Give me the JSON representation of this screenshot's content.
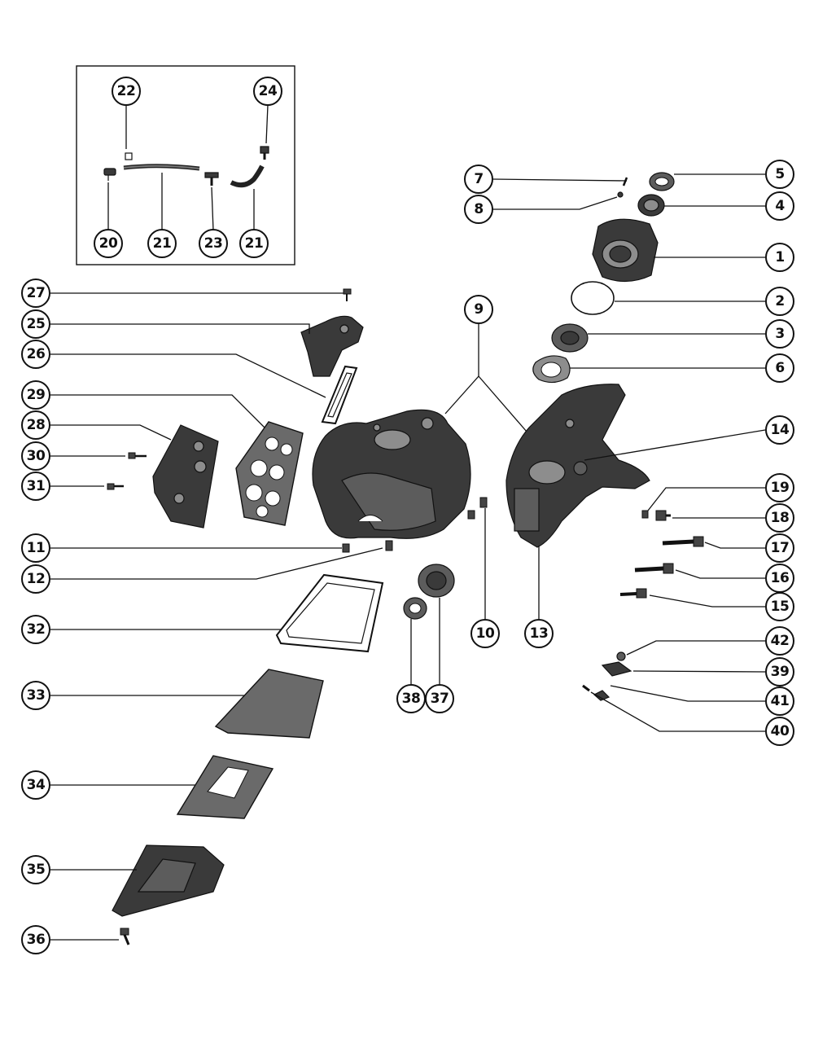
{
  "diagram": {
    "callouts": [
      {
        "id": "22",
        "label": "22"
      },
      {
        "id": "24",
        "label": "24"
      },
      {
        "id": "20",
        "label": "20"
      },
      {
        "id": "21a",
        "label": "21"
      },
      {
        "id": "23",
        "label": "23"
      },
      {
        "id": "21b",
        "label": "21"
      },
      {
        "id": "7",
        "label": "7"
      },
      {
        "id": "8",
        "label": "8"
      },
      {
        "id": "5",
        "label": "5"
      },
      {
        "id": "4",
        "label": "4"
      },
      {
        "id": "1",
        "label": "1"
      },
      {
        "id": "2",
        "label": "2"
      },
      {
        "id": "3",
        "label": "3"
      },
      {
        "id": "6",
        "label": "6"
      },
      {
        "id": "9",
        "label": "9"
      },
      {
        "id": "14",
        "label": "14"
      },
      {
        "id": "27",
        "label": "27"
      },
      {
        "id": "25",
        "label": "25"
      },
      {
        "id": "26",
        "label": "26"
      },
      {
        "id": "29",
        "label": "29"
      },
      {
        "id": "28",
        "label": "28"
      },
      {
        "id": "30",
        "label": "30"
      },
      {
        "id": "31",
        "label": "31"
      },
      {
        "id": "19",
        "label": "19"
      },
      {
        "id": "18",
        "label": "18"
      },
      {
        "id": "17",
        "label": "17"
      },
      {
        "id": "11",
        "label": "11"
      },
      {
        "id": "12",
        "label": "12"
      },
      {
        "id": "16",
        "label": "16"
      },
      {
        "id": "15",
        "label": "15"
      },
      {
        "id": "32",
        "label": "32"
      },
      {
        "id": "10",
        "label": "10"
      },
      {
        "id": "13",
        "label": "13"
      },
      {
        "id": "42",
        "label": "42"
      },
      {
        "id": "39",
        "label": "39"
      },
      {
        "id": "33",
        "label": "33"
      },
      {
        "id": "38",
        "label": "38"
      },
      {
        "id": "37",
        "label": "37"
      },
      {
        "id": "41",
        "label": "41"
      },
      {
        "id": "40",
        "label": "40"
      },
      {
        "id": "34",
        "label": "34"
      },
      {
        "id": "35",
        "label": "35"
      },
      {
        "id": "36",
        "label": "36"
      }
    ]
  }
}
